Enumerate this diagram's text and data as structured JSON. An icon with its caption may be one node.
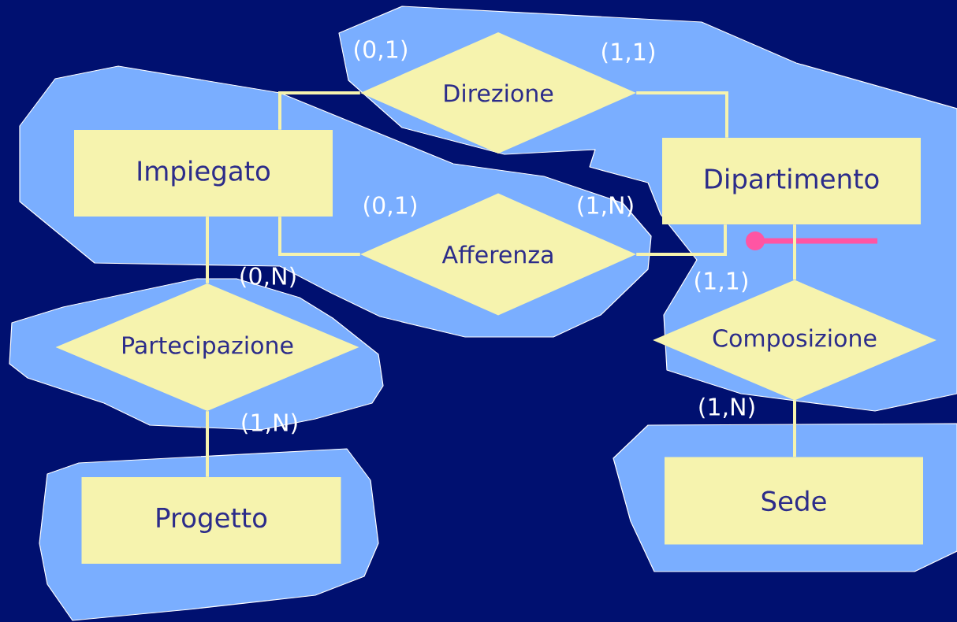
{
  "diagram": {
    "nodes": [
      {
        "text": [
          "Impiegato"
        ]
      },
      {
        "text": [
          "Direzione"
        ]
      },
      {
        "text": [
          "Dipartimento"
        ]
      },
      {
        "text": [
          "Afferenza"
        ]
      },
      {
        "text": [
          "Partecipazione"
        ]
      },
      {
        "text": [
          "Composizione"
        ]
      },
      {
        "text": [
          "Progetto"
        ]
      },
      {
        "text": [
          "Sede"
        ]
      }
    ],
    "edges": [
      {
        "from": 0,
        "to": 1,
        "arrow": "none",
        "label": "(0,1)"
      },
      {
        "from": 1,
        "to": 2,
        "arrow": "none",
        "label": "(1,1)"
      },
      {
        "from": 0,
        "to": 3,
        "arrow": "none",
        "label": "(0,1)"
      },
      {
        "from": 3,
        "to": 2,
        "arrow": "none",
        "label": "(1,N)"
      },
      {
        "from": 0,
        "to": 4,
        "arrow": "none",
        "label": "(0,N)"
      },
      {
        "from": 4,
        "to": 6,
        "arrow": "none",
        "label": "(1,N)"
      },
      {
        "from": 2,
        "to": 5,
        "arrow": "none",
        "label": "(1,1)"
      },
      {
        "from": 5,
        "to": 7,
        "arrow": "none",
        "label": "(1,N)"
      }
    ]
  }
}
